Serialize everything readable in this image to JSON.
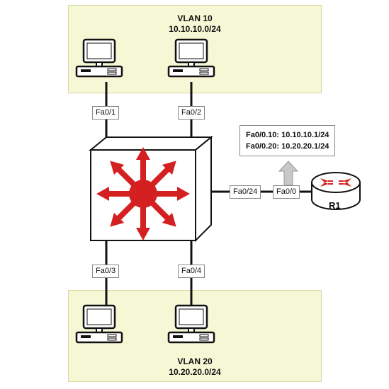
{
  "vlan10": {
    "name": "VLAN 10",
    "subnet": "10.10.10.0/24"
  },
  "vlan20": {
    "name": "VLAN 20",
    "subnet": "10.20.20.0/24"
  },
  "ports": {
    "fa01": "Fa0/1",
    "fa02": "Fa0/2",
    "fa03": "Fa0/3",
    "fa04": "Fa0/4",
    "fa024": "Fa0/24",
    "fa00": "Fa0/0"
  },
  "subinterfaces": [
    "Fa0/0.10: 10.10.10.1/24",
    "Fa0/0.20: 10.20.20.1/24"
  ],
  "router": {
    "name": "R1"
  },
  "colors": {
    "vlan_bg": "#f6f7d5",
    "switch_arrows": "#d42020",
    "arrow_gray": "#c8c8c8"
  }
}
